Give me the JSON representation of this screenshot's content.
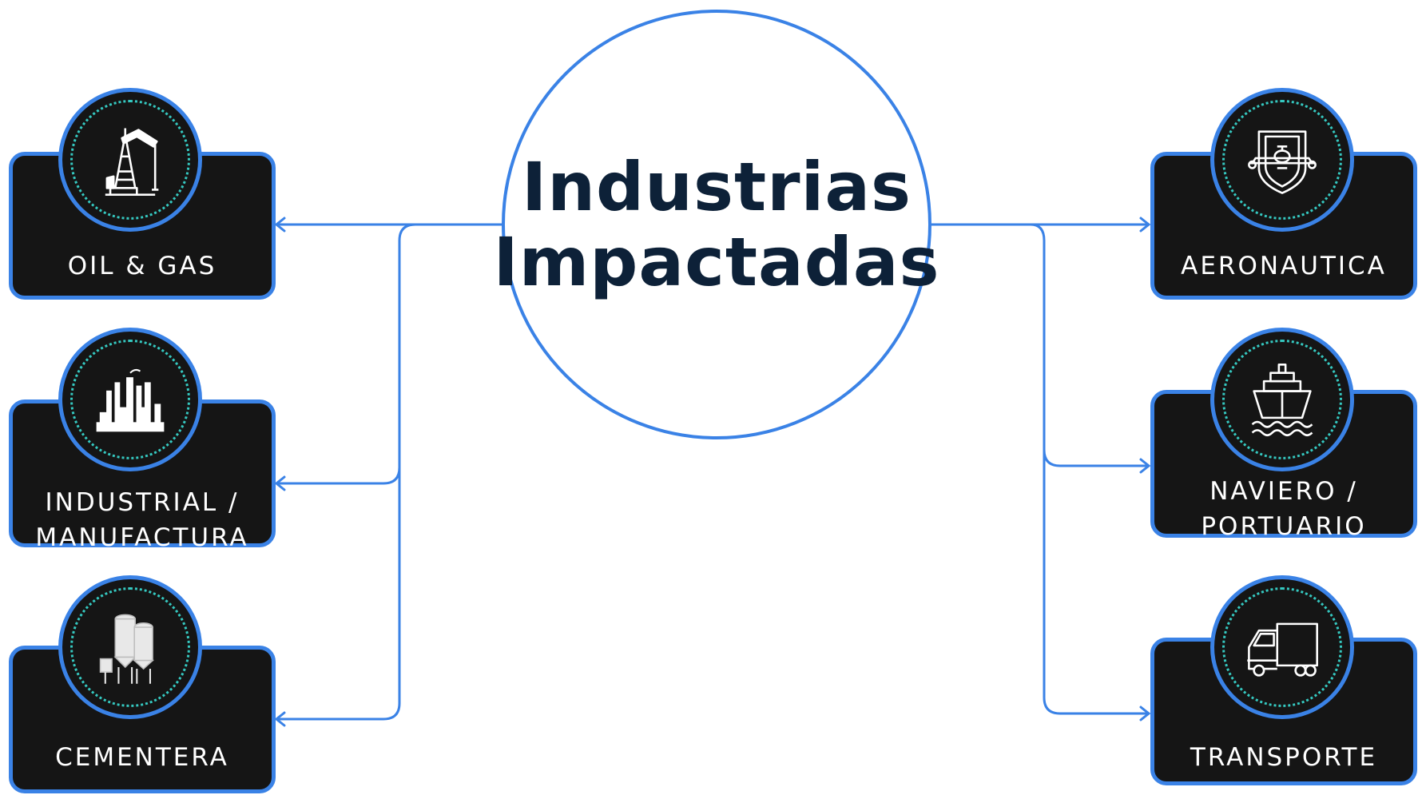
{
  "hub": {
    "title": "Industrias\nImpactadas"
  },
  "colors": {
    "accent": "#3a82e6",
    "card_bg": "#151515",
    "title": "#0d2138",
    "dots": "#35c9c1"
  },
  "industries": [
    {
      "label": "OIL & GAS",
      "icon": "oil-pump-icon"
    },
    {
      "label": "INDUSTRIAL /\nMANUFACTURA",
      "icon": "factory-icon"
    },
    {
      "label": "CEMENTERA",
      "icon": "cement-silo-icon"
    },
    {
      "label": "AERONAUTICA",
      "icon": "airplane-shield-icon"
    },
    {
      "label": "NAVIERO /\nPORTUARIO",
      "icon": "ship-icon"
    },
    {
      "label": "TRANSPORTE",
      "icon": "truck-icon"
    }
  ]
}
